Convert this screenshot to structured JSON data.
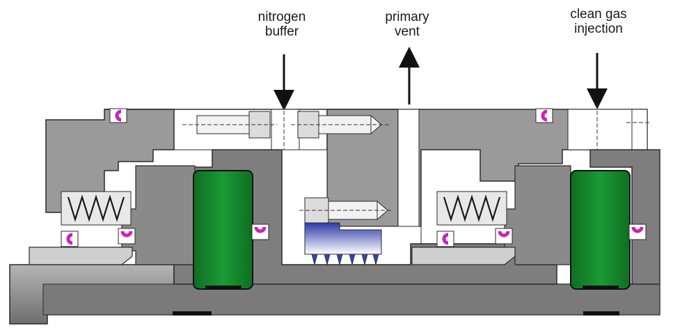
{
  "labels": {
    "nitrogen": {
      "line1": "nitrogen",
      "line2": "buffer"
    },
    "primary": {
      "line1": "primary",
      "line2": "vent"
    },
    "clean": {
      "line1": "clean gas",
      "line2": "injection"
    }
  },
  "colors": {
    "housing": "#9a9a9a",
    "body_light": "#c8c8c8",
    "body_dark": "#7e7e7e",
    "seal_face": "#168a2e",
    "oring": "#cc22bb",
    "labyrinth": "#3344aa",
    "outline": "#2a2a2a"
  }
}
